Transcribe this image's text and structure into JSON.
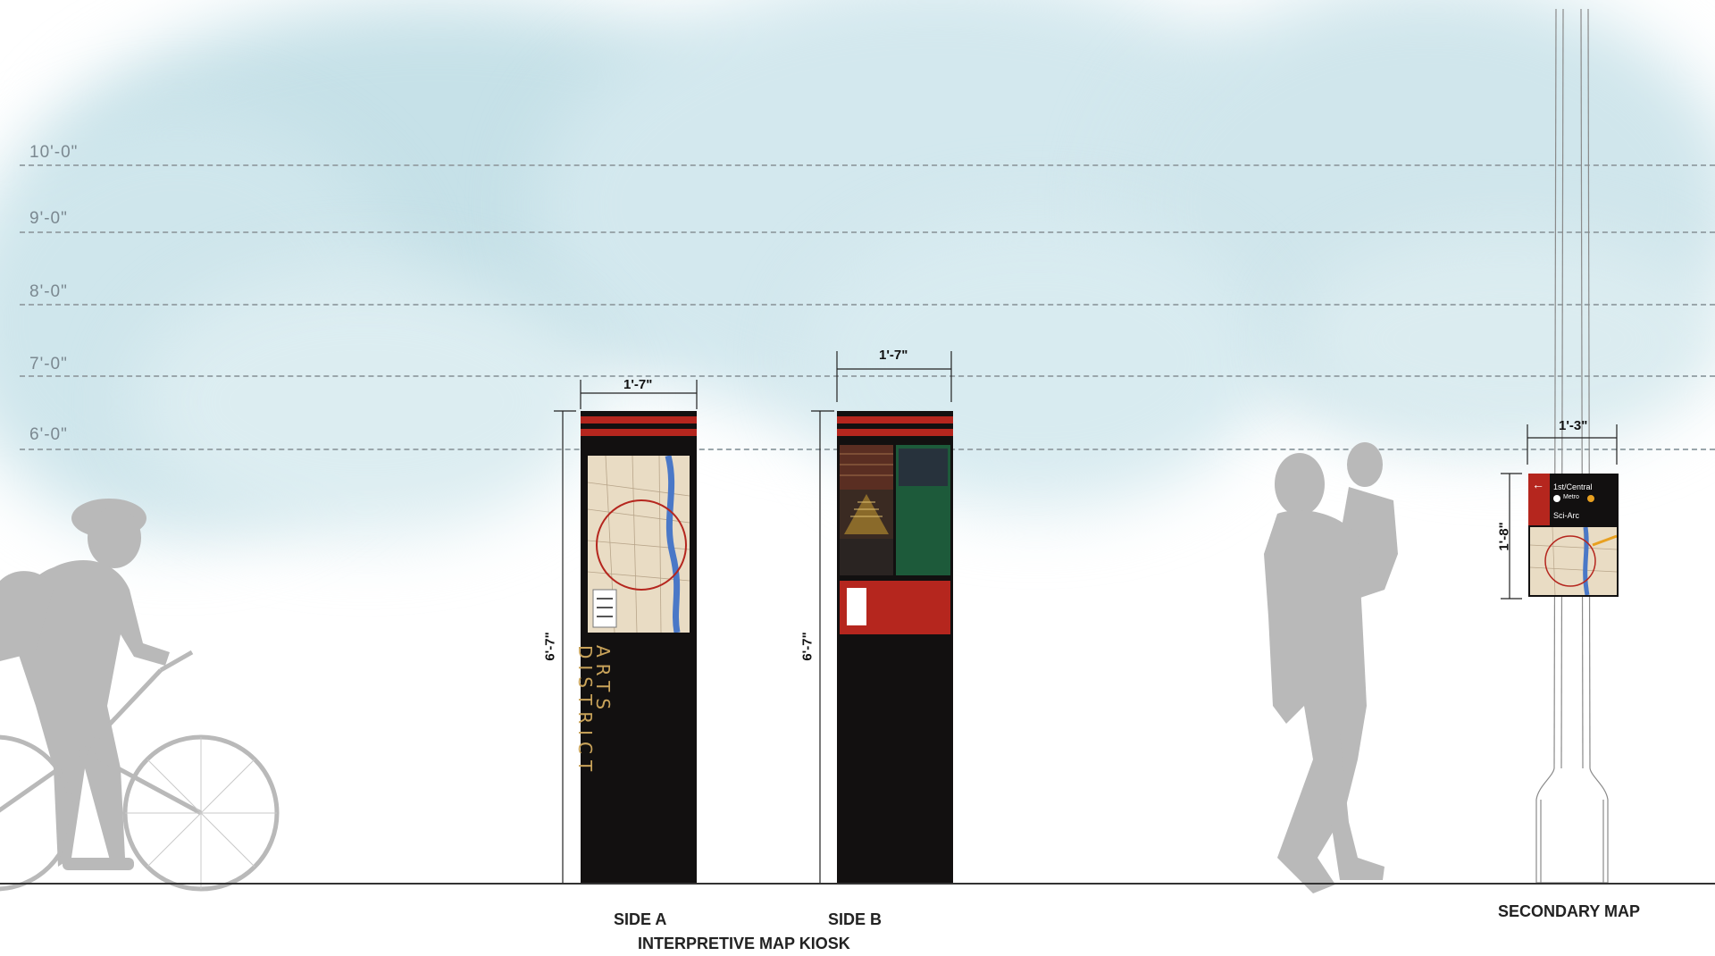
{
  "height_marks": [
    {
      "label": "10'-0\""
    },
    {
      "label": "9'-0\""
    },
    {
      "label": "8'-0\""
    },
    {
      "label": "7'-0\""
    },
    {
      "label": "6'-0\""
    }
  ],
  "kiosk_a": {
    "width_dim": "1'-7\"",
    "height_dim": "6'-7\"",
    "vertical_text_1": "ARTS",
    "vertical_text_2": "DISTRICT",
    "caption": "SIDE A"
  },
  "kiosk_b": {
    "width_dim": "1'-7\"",
    "height_dim": "6'-7\"",
    "caption": "SIDE B"
  },
  "group_caption": "INTERPRETIVE MAP KIOSK",
  "secondary_sign": {
    "width_dim": "1'-3\"",
    "height_dim": "1'-8\"",
    "line1": "1st/Central",
    "line2": "Metro",
    "line3": "Sci-Arc",
    "arrow": "←",
    "caption": "SECONDARY MAP"
  },
  "colors": {
    "sky": "#cfe6ec",
    "kiosk_black": "#121010",
    "accent_red": "#b5261e",
    "panel_green": "#1d5a3a",
    "map_beige": "#e9dcc4",
    "river_blue": "#4a78c7",
    "silhouette": "#b9b9b9"
  }
}
